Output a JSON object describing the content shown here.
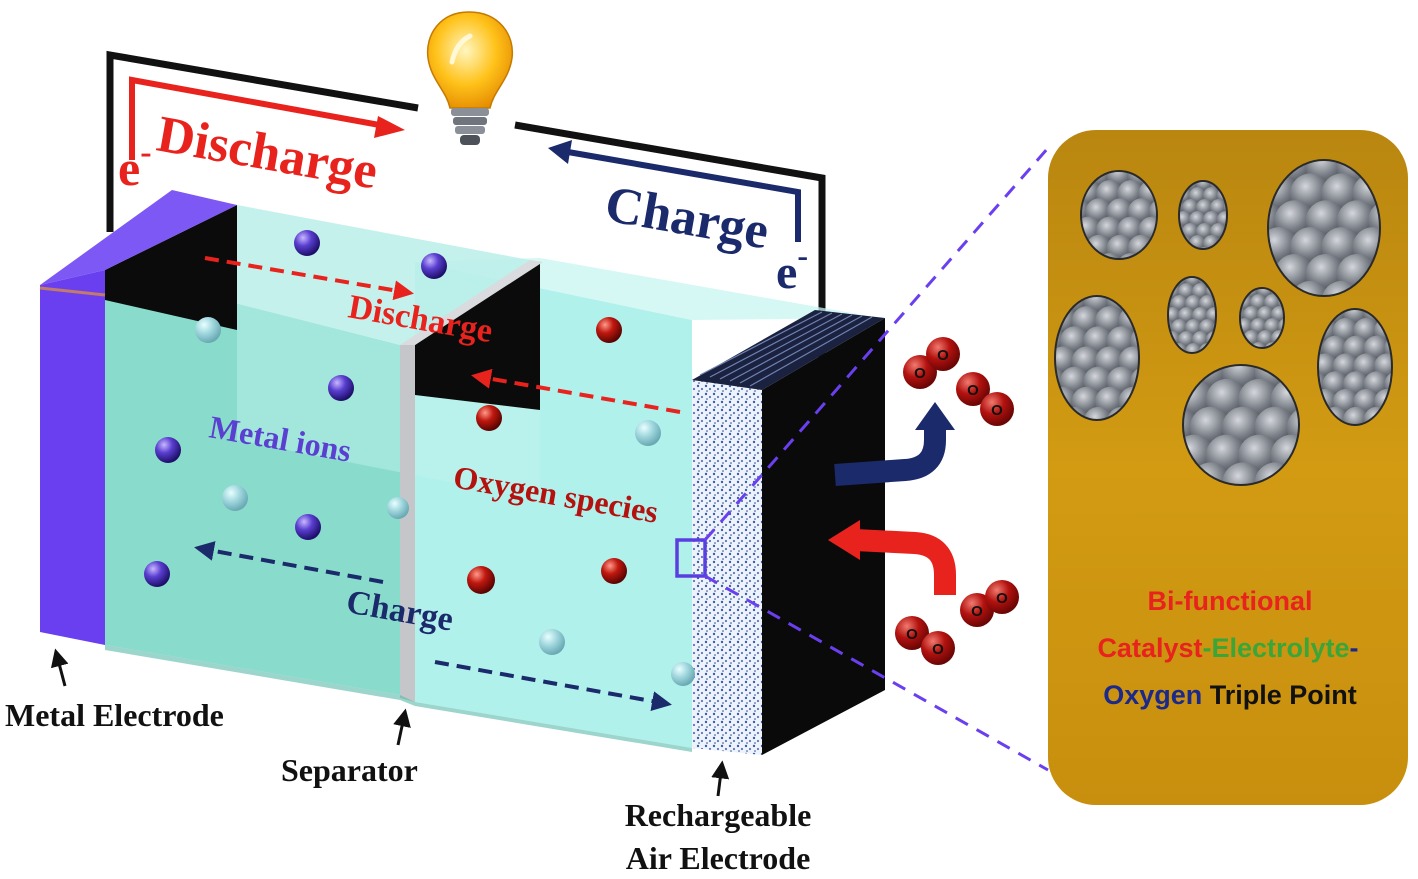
{
  "circuit": {
    "discharge_label": "Discharge",
    "charge_label": "Charge",
    "electron_left": "e",
    "electron_right": "e",
    "electron_sup": "-"
  },
  "cell": {
    "discharge_label": "Discharge",
    "charge_label": "Charge",
    "metal_ions_label": "Metal ions",
    "oxygen_species_label": "Oxygen species"
  },
  "components": {
    "metal_electrode": "Metal Electrode",
    "separator": "Separator",
    "air_electrode_line1": "Rechargeable",
    "air_electrode_line2": "Air Electrode"
  },
  "triple_point": {
    "line1": "Bi-functional",
    "catalyst": "Catalyst",
    "dash1": "-",
    "electrolyte": "Electrolyte",
    "dash2": "-",
    "oxygen": "Oxygen",
    "rest": " Triple Point"
  },
  "molecule_atom_label": "O",
  "colors": {
    "discharge_red": "#e8231e",
    "charge_navy": "#1b2a6b",
    "metal_ion_purple": "#5a3fd0",
    "oxygen_red": "#b3120f",
    "metal_electrode": "#6a3ff0",
    "electrolyte_left": "#7fd9c8",
    "electrolyte_right": "#a8f0ea",
    "panel_gold": "#c9920f",
    "catalyst_red": "#e8231e",
    "electrolyte_green": "#3aa63a",
    "oxygen_navy": "#1b2a8a"
  }
}
